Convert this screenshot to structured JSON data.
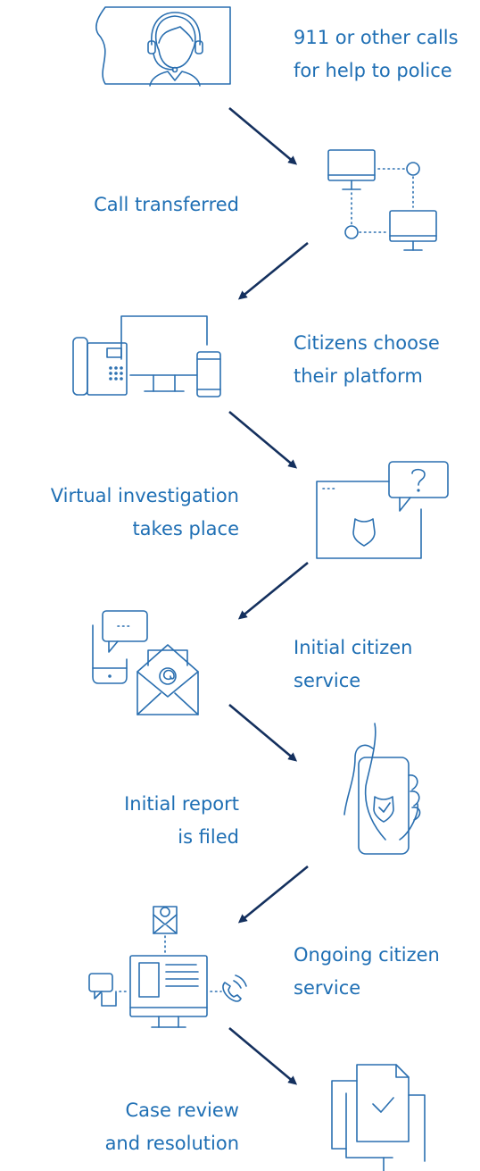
{
  "steps": [
    {
      "line1": "911 or other calls",
      "line2": "for help to police",
      "icon": "headset-agent-icon"
    },
    {
      "line1": "Call transferred",
      "line2": "",
      "icon": "network-transfer-icon"
    },
    {
      "line1": "Citizens choose",
      "line2": "their platform",
      "icon": "devices-icon"
    },
    {
      "line1": "Virtual investigation",
      "line2": "takes place",
      "icon": "browser-badge-question-icon"
    },
    {
      "line1": "Initial citizen",
      "line2": "service",
      "icon": "phone-chat-email-icon"
    },
    {
      "line1": "Initial report",
      "line2": "is filed",
      "icon": "hand-phone-shield-icon"
    },
    {
      "line1": "Ongoing citizen",
      "line2": "service",
      "icon": "multichannel-desktop-icon"
    },
    {
      "line1": "Case review",
      "line2": "and resolution",
      "icon": "documents-check-icon"
    }
  ],
  "colors": {
    "label": "#1f6fb4",
    "icon": "#2a6fb0",
    "arrow": "#14305e"
  }
}
